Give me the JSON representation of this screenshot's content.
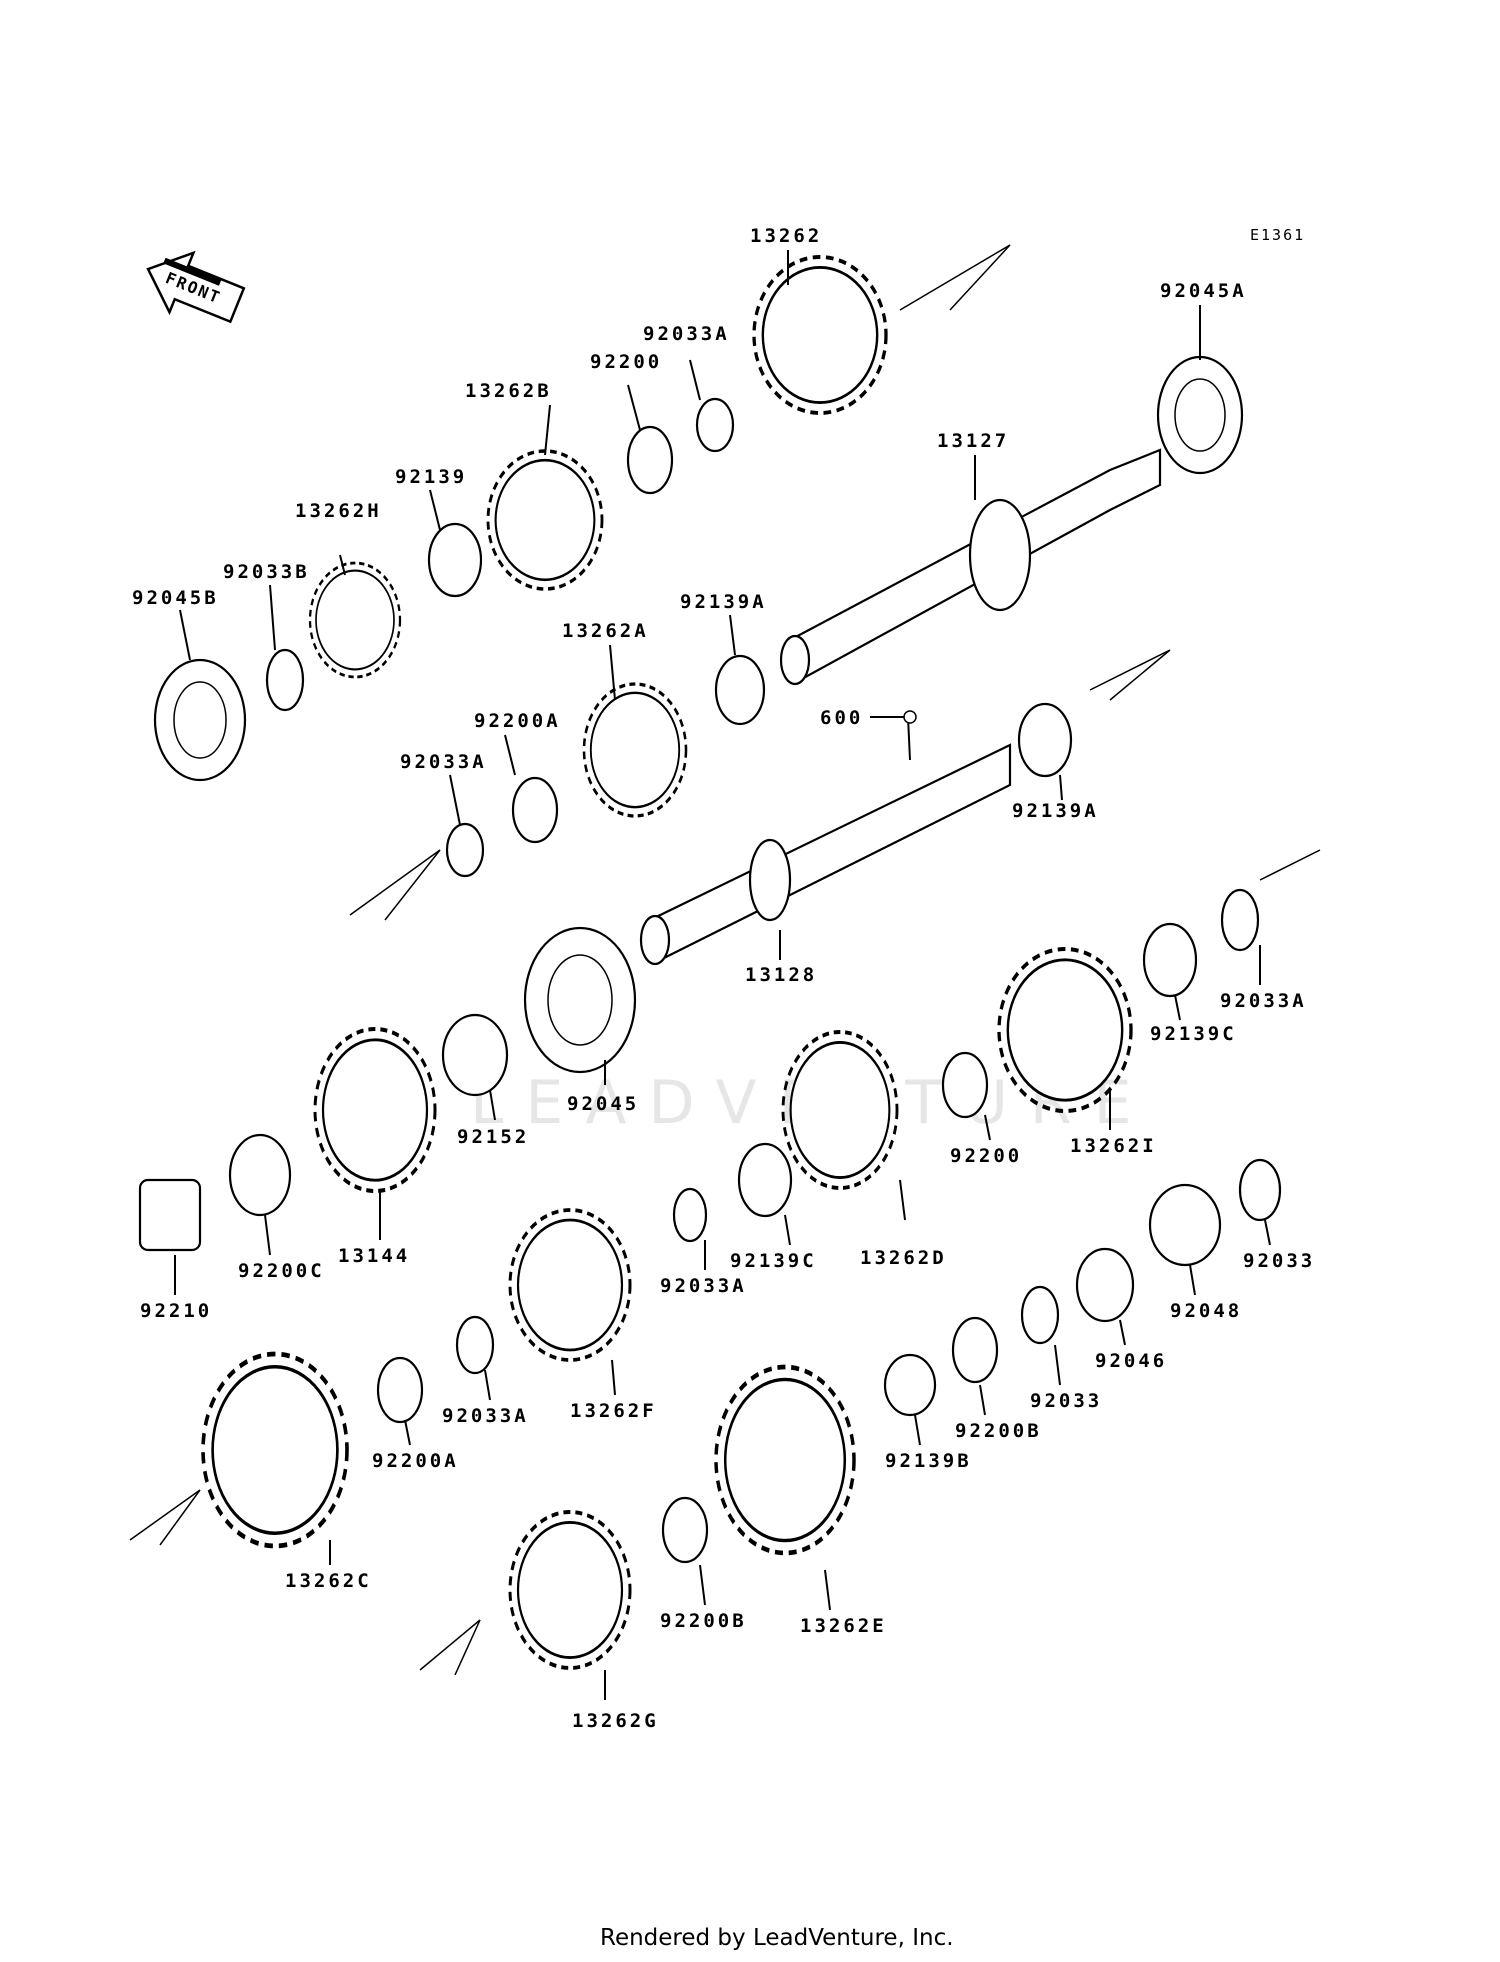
{
  "diagram_code": "E1361",
  "direction_arrow": {
    "label": "FRONT",
    "icon": "front-arrow-icon"
  },
  "watermark": "LEADVENTURE",
  "footer": "Rendered by LeadVenture, Inc.",
  "parts": {
    "p13262": "13262",
    "p92045A": "92045A",
    "p92033A_top": "92033A",
    "p92200_top": "92200",
    "p13262B": "13262B",
    "p92139": "92139",
    "p13262H": "13262H",
    "p92033B": "92033B",
    "p92045B": "92045B",
    "p13127": "13127",
    "p92139A_top": "92139A",
    "p13262A": "13262A",
    "p92200A_top": "92200A",
    "p92033A_mid": "92033A",
    "p600": "600",
    "p92139A_right": "92139A",
    "p13128": "13128",
    "p92033A_right": "92033A",
    "p92139C_right": "92139C",
    "p13262I": "13262I",
    "p92200_mid": "92200",
    "p92045": "92045",
    "p92152": "92152",
    "p13262D": "13262D",
    "p92139C_mid": "92139C",
    "p92033A_low": "92033A",
    "p13144": "13144",
    "p92200C": "92200C",
    "p92210": "92210",
    "p13262F": "13262F",
    "p92033A_bot": "92033A",
    "p92200A_bot": "92200A",
    "p13262C": "13262C",
    "p92033_right": "92033",
    "p92048": "92048",
    "p92046": "92046",
    "p92033_low": "92033",
    "p92200B_top": "92200B",
    "p92139B": "92139B",
    "p92200B_bot": "92200B",
    "p13262E": "13262E",
    "p13262G": "13262G"
  }
}
